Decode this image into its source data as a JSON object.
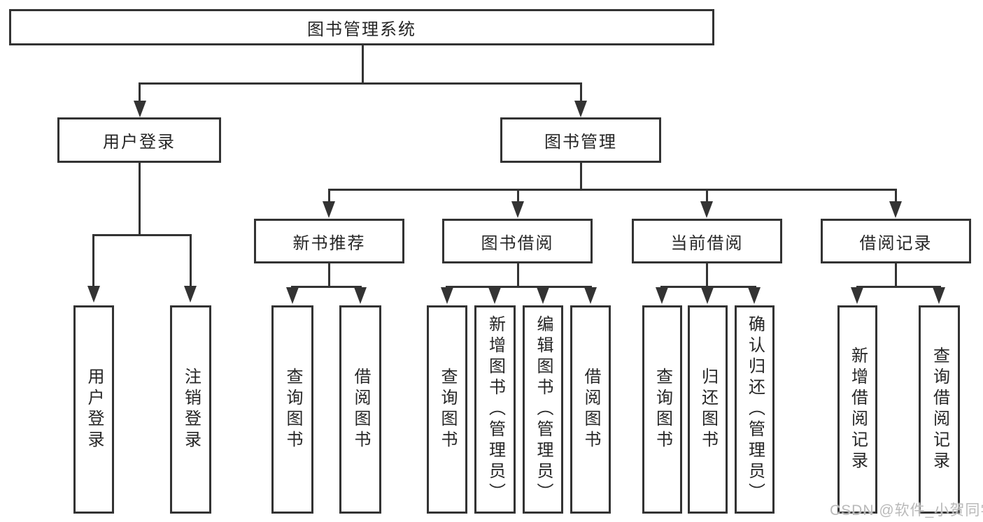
{
  "diagram": {
    "root": {
      "label": "图书管理系统"
    },
    "level2": {
      "user_login": {
        "label": "用户登录"
      },
      "book_mgmt": {
        "label": "图书管理"
      }
    },
    "level3": {
      "new_book": {
        "label": "新书推荐"
      },
      "borrowing": {
        "label": "图书借阅"
      },
      "current": {
        "label": "当前借阅"
      },
      "records": {
        "label": "借阅记录"
      }
    },
    "leaves": {
      "login": {
        "label": "用户登录"
      },
      "logout": {
        "label": "注销登录"
      },
      "nb_query": {
        "label": "查询图书"
      },
      "nb_borrow": {
        "label": "借阅图书"
      },
      "bw_query": {
        "label": "查询图书"
      },
      "bw_add": {
        "label": "新增图书（管理员）"
      },
      "bw_edit": {
        "label": "编辑图书（管理员）"
      },
      "bw_borrow": {
        "label": "借阅图书"
      },
      "cu_query": {
        "label": "查询图书"
      },
      "cu_return": {
        "label": "归还图书"
      },
      "cu_confirm": {
        "label": "确认归还（管理员）"
      },
      "rc_add": {
        "label": "新增借阅记录"
      },
      "rc_query": {
        "label": "查询借阅记录"
      }
    }
  },
  "watermark": {
    "text": "CSDN @软件_小贺同学"
  },
  "colors": {
    "line": "#333333",
    "text": "#262626",
    "background": "#ffffff",
    "watermark": "#b9b9b9"
  }
}
